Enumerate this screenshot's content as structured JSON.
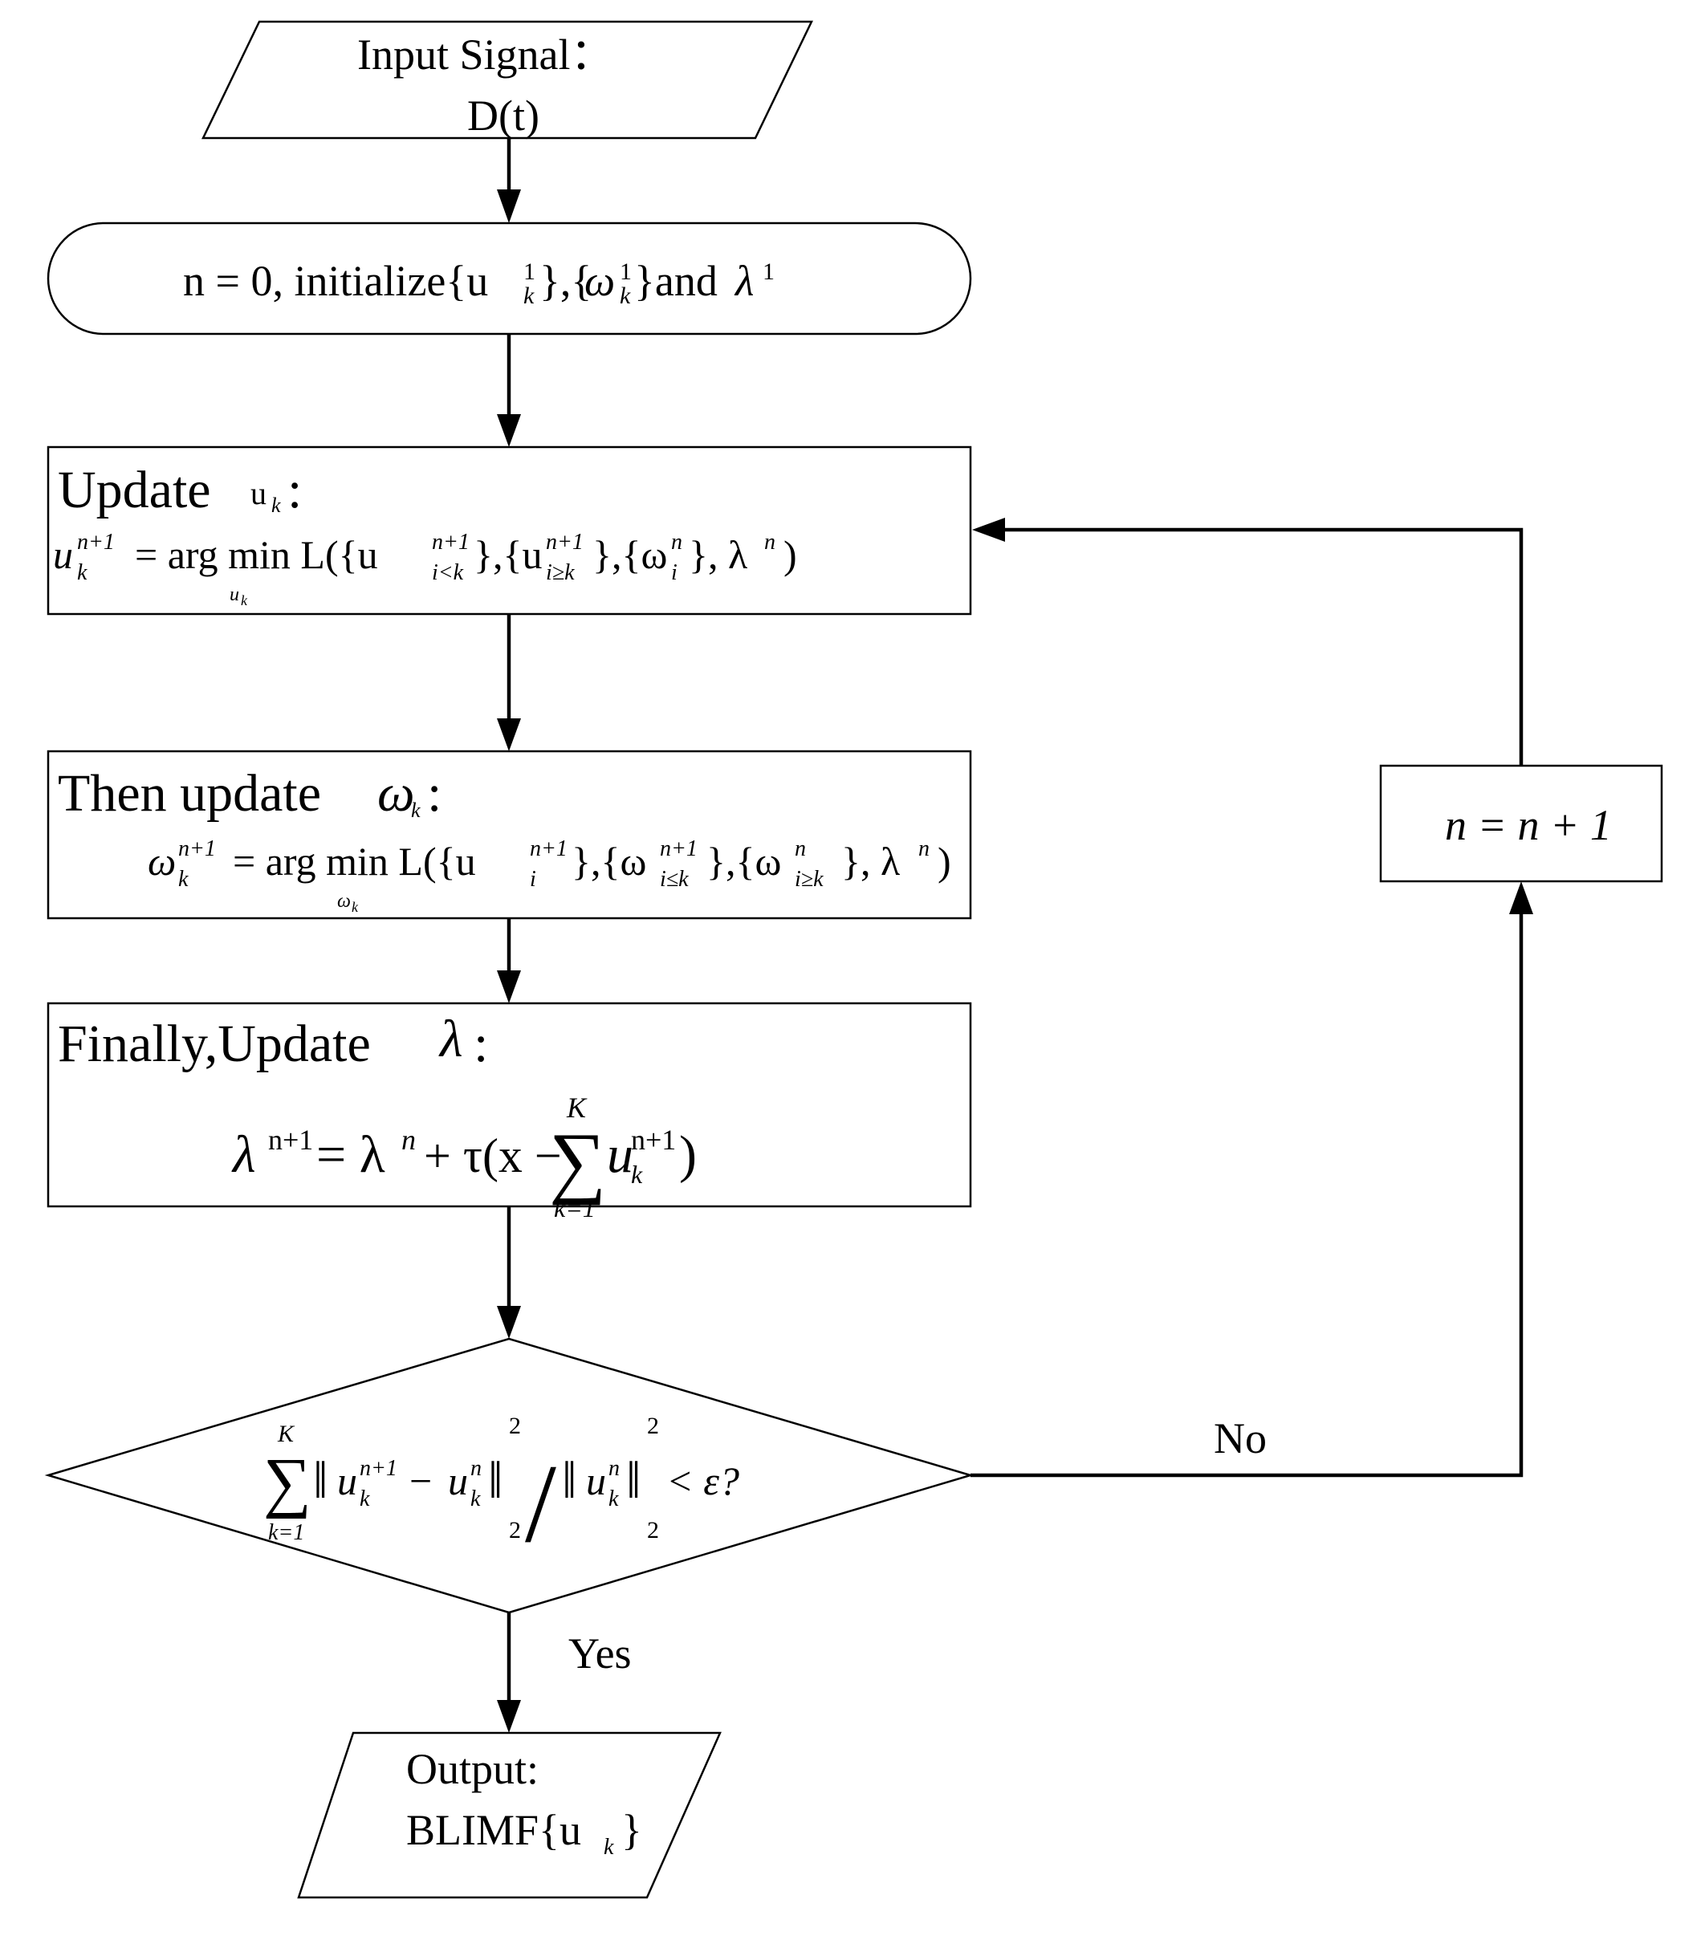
{
  "input": {
    "label": "Input Signal：",
    "signal": "D(t)"
  },
  "init": {
    "prefix": "n = 0, initialize{u",
    "sub_k": "k",
    "sup_1": "1",
    "sep": "},{",
    "omega": "ω",
    "and_text": "}and",
    "lambda": "λ"
  },
  "update_u": {
    "title": "Update",
    "var": "u",
    "sub": "k",
    "colon": ":",
    "formula_parts": {
      "lhs": "u",
      "lhs_sub": "k",
      "lhs_sup": "n+1",
      "eq": "= arg min L({u",
      "under": "u",
      "under_sub": "k",
      "a_sub": "i<k",
      "a_sup": "n+1",
      "b": "},{u",
      "b_sub": "i≥k",
      "b_sup": "n+1",
      "c": "},{ω",
      "c_sub": "i",
      "c_sup": "n",
      "d": "}, λ",
      "d_sup": "n",
      "end": ")"
    }
  },
  "update_omega": {
    "title": "Then update",
    "var": "ω",
    "sub": "k",
    "colon": ":",
    "formula_parts": {
      "lhs": "ω",
      "lhs_sub": "k",
      "lhs_sup": "n+1",
      "eq": "= arg min L({u",
      "under": "ω",
      "under_sub": "k",
      "a_sub": "i",
      "a_sup": "n+1",
      "b": "},{ω",
      "b_sub": "i≤k",
      "b_sup": "n+1",
      "c": "},{ω",
      "c_sub": "i≥k",
      "c_sup": "n",
      "d": "}, λ",
      "d_sup": "n",
      "end": ")"
    }
  },
  "update_lambda": {
    "title": "Finally,Update",
    "var": "λ",
    "colon": ":",
    "formula_parts": {
      "lhs": "λ",
      "lhs_sup": "n+1",
      "eq": "= λ",
      "eq_sup": "n",
      "plus": "+ τ(x −",
      "sum": "∑",
      "sum_top": "K",
      "sum_bottom": "k=1",
      "u": "u",
      "u_sub": "k",
      "u_sup": "n+1",
      "end": ")"
    }
  },
  "decision": {
    "sum": "∑",
    "sum_top": "K",
    "sum_bottom": "k=1",
    "norm_open": "‖",
    "u1": "u",
    "u1_sub": "k",
    "u1_sup": "n+1",
    "minus": "−",
    "u2": "u",
    "u2_sub": "k",
    "u2_sup": "n",
    "norm_close": "‖",
    "exp": "2",
    "sub2": "2",
    "slash": "/",
    "u3": "u",
    "u3_sub": "k",
    "u3_sup": "n",
    "tail": "< ε?"
  },
  "increment": {
    "text": "n = n + 1"
  },
  "labels": {
    "no": "No",
    "yes": "Yes"
  },
  "output": {
    "label": "Output:",
    "value_prefix": "BLIMF{u",
    "value_sub": "k",
    "value_suffix": "}"
  }
}
